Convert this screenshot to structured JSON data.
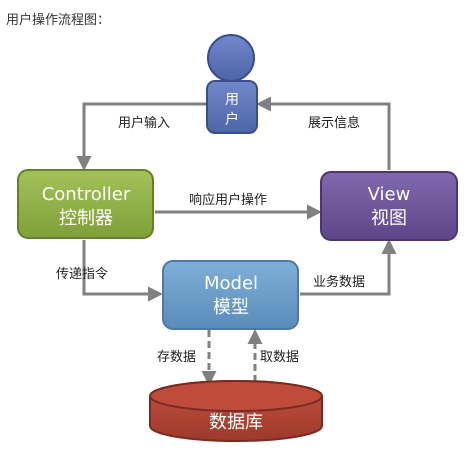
{
  "caption": "用户操作流程图：",
  "nodes": {
    "user": {
      "line1": "用",
      "line2": "户"
    },
    "controller": {
      "line1": "Controller",
      "line2": "控制器"
    },
    "view": {
      "line1": "View",
      "line2": "视图"
    },
    "model": {
      "line1": "Model",
      "line2": "模型"
    },
    "database": {
      "label": "数据库"
    }
  },
  "edges": {
    "user_input": "用户输入",
    "show_info": "展示信息",
    "respond": "响应用户操作",
    "pass_command": "传递指令",
    "business_data": "业务数据",
    "store_data": "存数据",
    "fetch_data": "取数据"
  },
  "colors": {
    "user": "#5a73b8",
    "controller": "#90b044",
    "view": "#6e5599",
    "model": "#6a9cc8",
    "database": "#b34536",
    "arrow": "#808080"
  }
}
